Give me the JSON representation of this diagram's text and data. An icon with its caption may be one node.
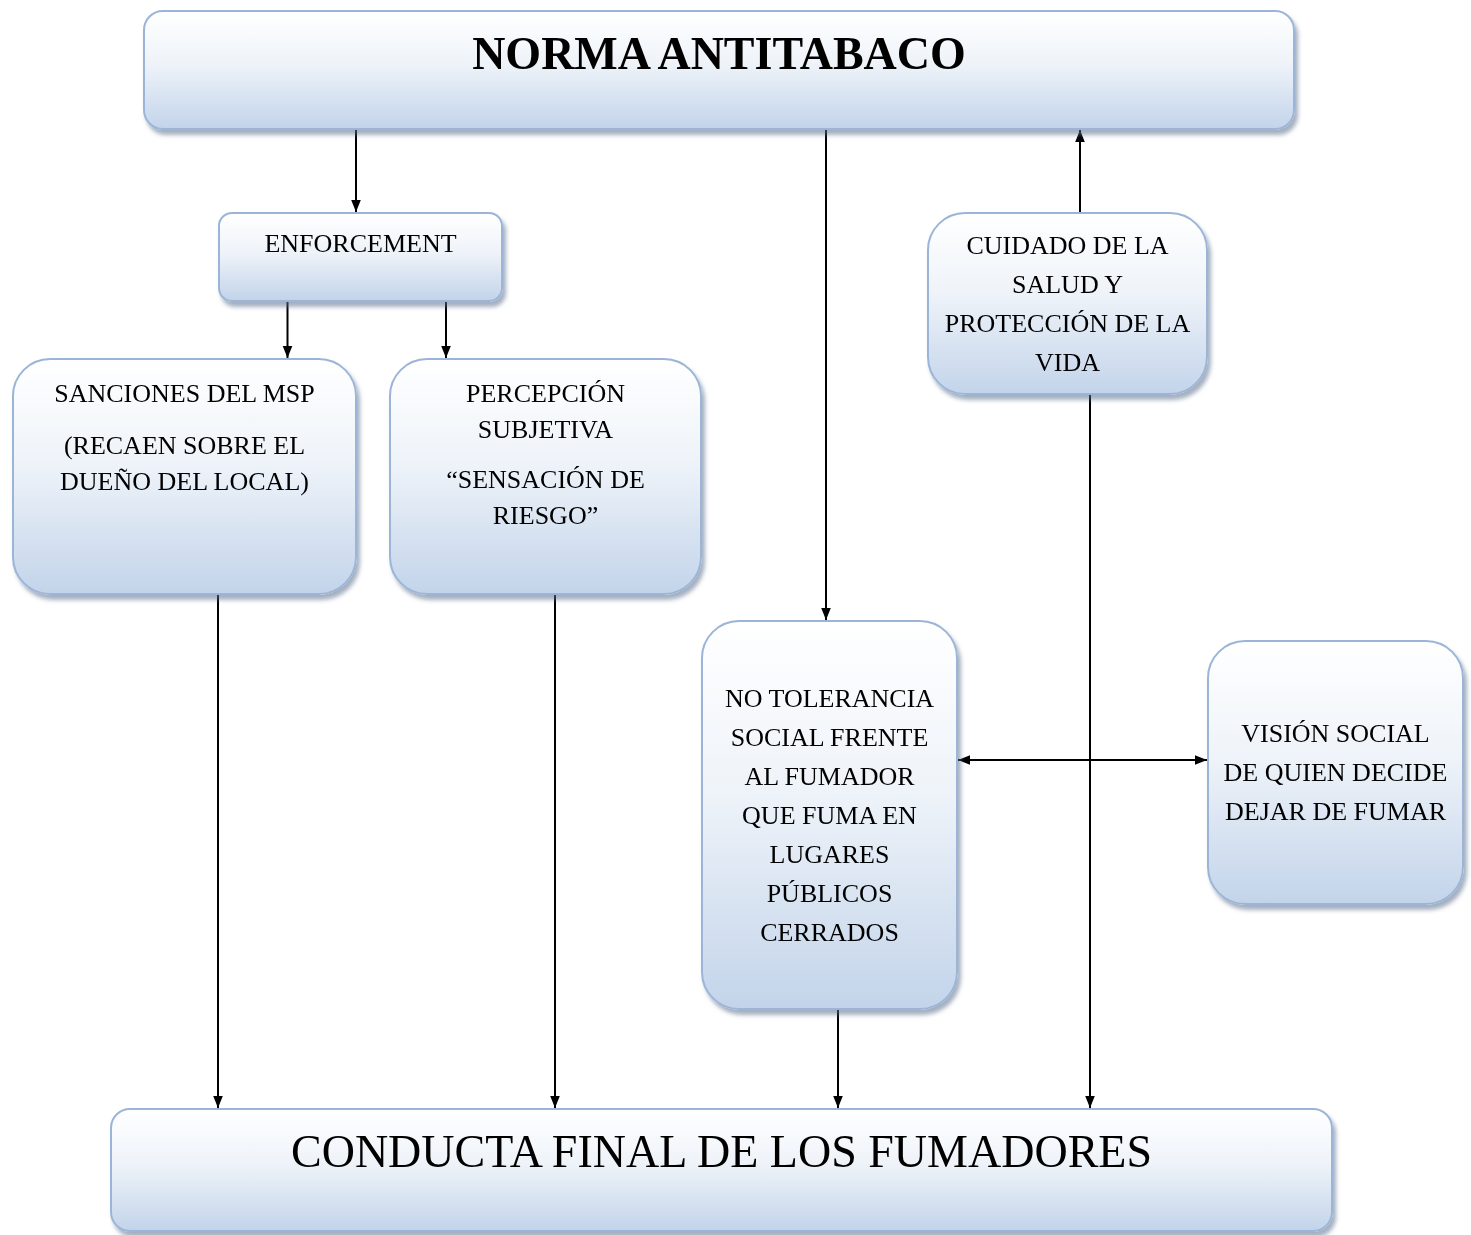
{
  "diagram": {
    "nodes": [
      {
        "text": [
          "NORMA ANTITABACO"
        ]
      },
      {
        "text": [
          "ENFORCEMENT"
        ]
      },
      {
        "text": [
          "SANCIONES DEL MSP",
          "(RECAEN SOBRE EL DUEÑO DEL LOCAL)"
        ]
      },
      {
        "text": [
          "PERCEPCIÓN SUBJETIVA",
          "“SENSACIÓN DE RIESGO”"
        ]
      },
      {
        "text": [
          "CUIDADO DE LA SALUD Y PROTECCIÓN DE LA VIDA"
        ]
      },
      {
        "text": [
          "NO TOLERANCIA SOCIAL FRENTE AL FUMADOR QUE FUMA EN LUGARES PÚBLICOS CERRADOS"
        ]
      },
      {
        "text": [
          "VISIÓN SOCIAL DE QUIEN DECIDE DEJAR DE FUMAR"
        ]
      },
      {
        "text": [
          "CONDUCTA FINAL DE LOS FUMADORES"
        ]
      }
    ],
    "edges": [
      {
        "from": 0,
        "to": 1,
        "arrow": "to"
      },
      {
        "from": 1,
        "to": 2,
        "arrow": "to"
      },
      {
        "from": 1,
        "to": 3,
        "arrow": "to"
      },
      {
        "from": 0,
        "to": 5,
        "arrow": "to"
      },
      {
        "from": 4,
        "to": 0,
        "arrow": "to"
      },
      {
        "from": 2,
        "to": 7,
        "arrow": "to"
      },
      {
        "from": 3,
        "to": 7,
        "arrow": "to"
      },
      {
        "from": 5,
        "to": 7,
        "arrow": "to"
      },
      {
        "from": 4,
        "to": 7,
        "arrow": "to"
      },
      {
        "from": 5,
        "to": 6,
        "arrow": "both"
      }
    ]
  }
}
